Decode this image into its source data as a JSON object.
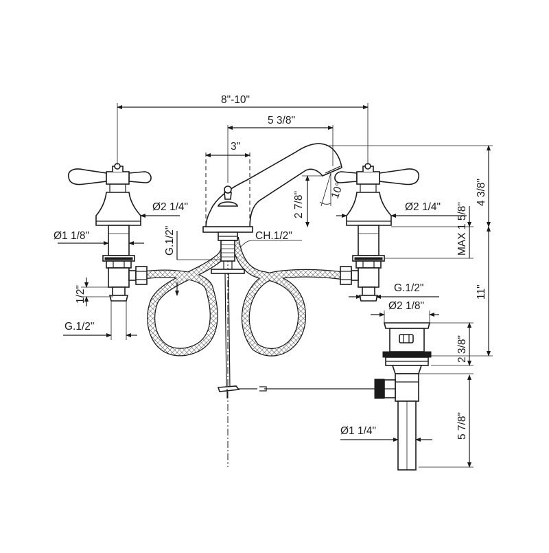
{
  "colors": {
    "line": "#1a1a1a",
    "background": "#ffffff"
  },
  "dimensions": {
    "overall_spread": "8\"-10\"",
    "spout_reach": "5 3/8\"",
    "spout_offset": "3\"",
    "spout_height": "2 7/8\"",
    "spout_angle": "10°",
    "handle_base_dia_left": "Ø2 1/4\"",
    "handle_base_dia_right": "Ø2 1/4\"",
    "valve_body_dia": "Ø1 1/8\"",
    "spout_inlet_thread": "G.1/2\"",
    "lift_rod": "CH.1/2\"",
    "inlet_length": "1/2\"",
    "inlet_thread_left": "G.1/2\"",
    "inlet_thread_right": "G.1/2\"",
    "drain_flange_dia": "Ø2 1/8\"",
    "drain_flange_height": "2 3/8\"",
    "tailpiece_dia": "Ø1 1/4\"",
    "tailpiece_length": "5 7/8\"",
    "max_deck": "MAX 1 5/8\"",
    "total_height": "4 3/8\"",
    "under_deck_height": "11\""
  }
}
